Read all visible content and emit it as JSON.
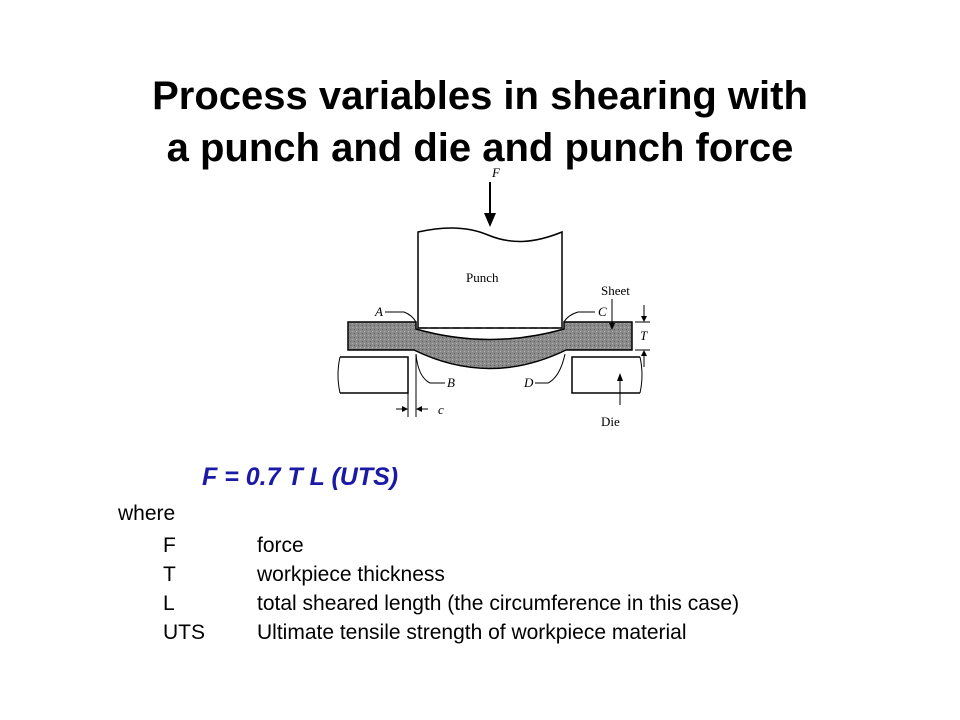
{
  "title": {
    "line1": "Process variables in shearing with",
    "line2": "a punch and die and punch force"
  },
  "diagram": {
    "labels": {
      "force": "F",
      "punch": "Punch",
      "sheet": "Sheet",
      "a": "A",
      "b": "B",
      "c_point": "C",
      "d": "D",
      "t": "T",
      "clearance": "c",
      "die": "Die"
    },
    "colors": {
      "sheet_fill": "#8a8a8a",
      "sheet_stipple": "#5a5a5a"
    }
  },
  "formula": "F = 0.7 T L (UTS)",
  "where_label": "where",
  "definitions": [
    {
      "symbol": "F",
      "meaning": "force"
    },
    {
      "symbol": "T",
      "meaning": "workpiece thickness"
    },
    {
      "symbol": "L",
      "meaning": "total sheared length (the circumference in this case)"
    },
    {
      "symbol": "UTS",
      "meaning": "Ultimate tensile strength of workpiece material"
    }
  ],
  "colors": {
    "formula": "#1a1aa6",
    "text": "#000000"
  }
}
